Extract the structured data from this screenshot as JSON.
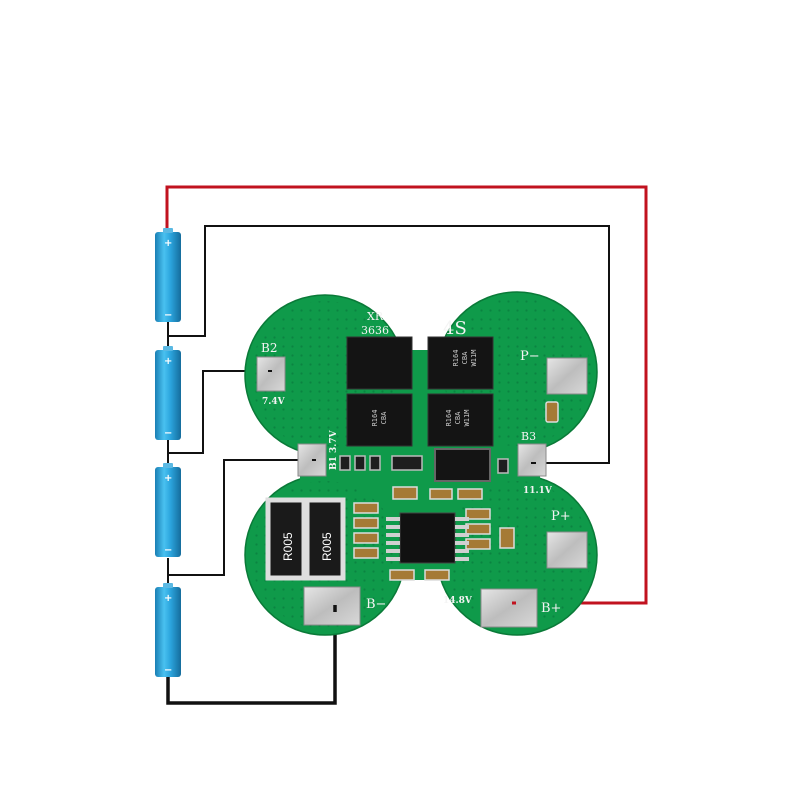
{
  "colors": {
    "background": "#ffffff",
    "pcb": "#0f9a4a",
    "pcb_dark": "#0a7a38",
    "wire_positive": "#c1121f",
    "wire_negative": "#111111",
    "cell": "#2ba4dd",
    "pad": "#c9c9c9"
  },
  "board": {
    "model_line1": "XR",
    "model_line2": "3636",
    "series_label": "4S",
    "pads": {
      "b2": "B2",
      "b2_voltage": "7.4V",
      "b1": "B1 3.7V",
      "b3": "B3",
      "b3_voltage": "11.1V",
      "p_minus": "P−",
      "p_plus": "P+",
      "b_minus": "B−",
      "b_plus": "B+",
      "b_plus_voltage": "14.8V"
    },
    "resistors": [
      "R005",
      "R005"
    ],
    "chip_marks": {
      "top_right": [
        "R164",
        "CBA",
        "W11M"
      ],
      "bottom_left": [
        "R164",
        "CBA"
      ],
      "bottom_right": [
        "R164",
        "CBA",
        "W11M"
      ]
    }
  },
  "cells": [
    {
      "plus": "+",
      "minus": "−"
    },
    {
      "plus": "+",
      "minus": "−"
    },
    {
      "plus": "+",
      "minus": "−"
    },
    {
      "plus": "+",
      "minus": "−"
    }
  ]
}
